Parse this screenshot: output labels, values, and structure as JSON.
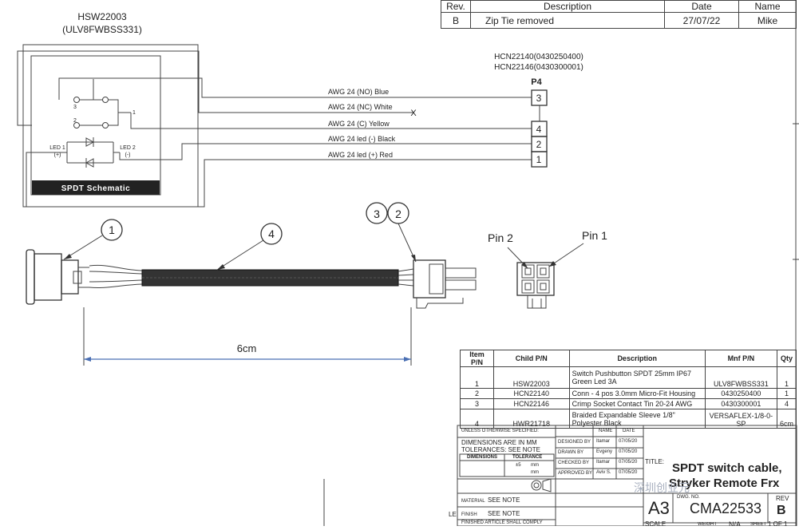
{
  "revision": {
    "headers": [
      "Rev.",
      "Description",
      "Date",
      "Name"
    ],
    "rows": [
      [
        "B",
        "Zip Tie removed",
        "27/07/22",
        "Mike"
      ]
    ]
  },
  "switch": {
    "part_number": "HSW22003",
    "mnf_part": "(ULV8FWBSS331)",
    "schematic_title": "SPDT Schematic",
    "pin_labels": [
      "3",
      "2",
      "1"
    ],
    "led_labels": {
      "led1": "LED 1",
      "led1_pol": "(+)",
      "led2": "LED 2",
      "led2_pol": "(-)"
    }
  },
  "connector": {
    "parts": [
      "HCN22140(0430250400)",
      "HCN22146(0430300001)"
    ],
    "name": "P4",
    "pins": [
      "3",
      "4",
      "2",
      "1"
    ]
  },
  "wires": [
    "AWG 24 (NO) Blue",
    "AWG 24  (NC) White",
    "AWG 24 (C)  Yellow",
    "AWG 24  led (-) Black",
    "AWG 24  led (+) Red"
  ],
  "nc_mark": "X",
  "callouts": [
    "1",
    "4",
    "3",
    "2"
  ],
  "pin_views": {
    "left": "Pin 2",
    "right": "Pin 1"
  },
  "dimension": "6cm",
  "bom": {
    "headers": [
      "Item P/N",
      "Child P/N",
      "Description",
      "Mnf P/N",
      "Qty"
    ],
    "rows": [
      [
        "1",
        "HSW22003",
        "Switch Pushbutton SPDT 25mm IP67 Green Led 3A",
        "ULV8FWBSS331",
        "1"
      ],
      [
        "2",
        "HCN22140",
        "Conn - 4 pos 3.0mm Micro-Fit Housing",
        "0430250400",
        "1"
      ],
      [
        "3",
        "HCN22146",
        "Crimp Socket Contact Tin 20-24 AWG",
        "0430300001",
        "4"
      ],
      [
        "4",
        "HWR21718",
        "Braided Expandable Sleeve 1/8\" Polyester Black",
        "VERSAFLEX-1/8-0-SP",
        "6cm"
      ]
    ]
  },
  "title_block": {
    "unless": "UNLESS OTHERWISE SPECIFIED:",
    "dims": "DIMENSIONS ARE IN MM",
    "tol": "TOLERANCES: SEE NOTE",
    "dim_head": "DIMENSIONS",
    "tol_head": "TOLERANCE",
    "tol_val": "±5",
    "tol_unit1": "mm",
    "tol_unit2": "mm",
    "name_head": "NAME",
    "date_head": "DATE",
    "roles": [
      {
        "role": "DESIGNED BY",
        "name": "Itamar",
        "date": "07/05/20"
      },
      {
        "role": "DRAWN BY",
        "name": "Evgeny",
        "date": "07/05/20"
      },
      {
        "role": "CHECKED BY",
        "name": "Itamar",
        "date": "07/05/20"
      },
      {
        "role": "APPROVED BY",
        "name": "Aviv S.",
        "date": "07/05/20"
      }
    ],
    "material_label": "MATERIAL",
    "material_val": "SEE NOTE",
    "finish_label": "FINISH",
    "finish_val": "SEE NOTE",
    "finished_note": "FINISHED ARTICLE SHALL COMPLY",
    "title_label": "TITLE:",
    "title_line1": "SPDT switch cable,",
    "title_line2": "Stryker Remote Frx",
    "size": "A3",
    "dwg_label": "DWG. NO.",
    "dwg_no": "CMA22533",
    "rev_label": "REV",
    "rev": "B",
    "scale_label": "SCALE",
    "weight_label": "WEIGHT",
    "weight": "N/A",
    "sheet_label": "SHEET",
    "sheet": "1 OF 1",
    "le": "LE",
    "watermark": "深圳创业元"
  }
}
